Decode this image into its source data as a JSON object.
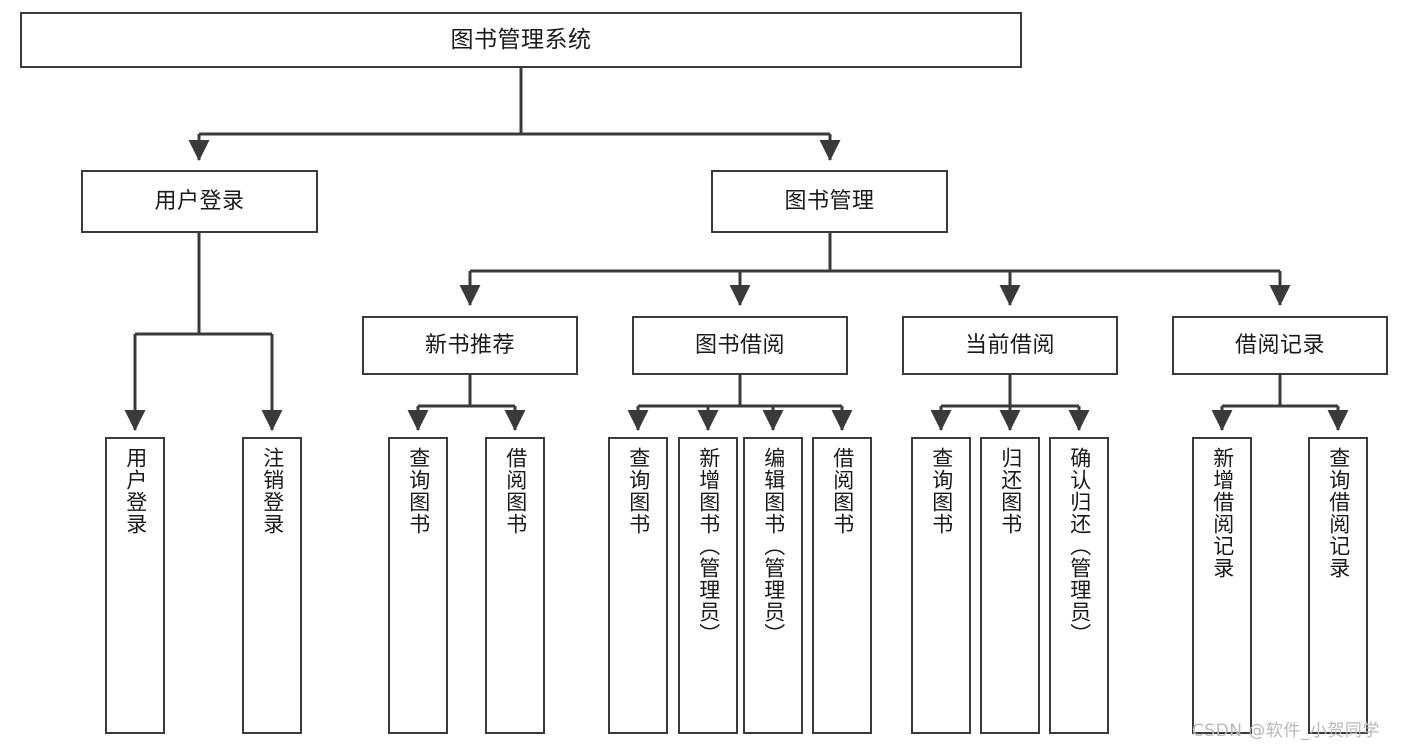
{
  "diagram": {
    "title": "图书管理系统",
    "type": "tree-structure-chart",
    "nodes": {
      "root": {
        "label": "图书管理系统"
      },
      "user_login": {
        "label": "用户登录"
      },
      "book_manage": {
        "label": "图书管理"
      },
      "new_book_rec": {
        "label": "新书推荐"
      },
      "book_borrow": {
        "label": "图书借阅"
      },
      "current_borrow": {
        "label": "当前借阅"
      },
      "borrow_record": {
        "label": "借阅记录"
      },
      "leaf_user_login": {
        "label": "用户登录"
      },
      "leaf_logout": {
        "label": "注销登录"
      },
      "leaf_query_book_1": {
        "label": "查询图书"
      },
      "leaf_borrow_book_1": {
        "label": "借阅图书"
      },
      "leaf_query_book_2": {
        "label": "查询图书"
      },
      "leaf_add_book": {
        "label": "新增图书（管理员）"
      },
      "leaf_edit_book": {
        "label": "编辑图书（管理员）"
      },
      "leaf_borrow_book_2": {
        "label": "借阅图书"
      },
      "leaf_query_book_3": {
        "label": "查询图书"
      },
      "leaf_return_book": {
        "label": "归还图书"
      },
      "leaf_confirm_return": {
        "label": "确认归还（管理员）"
      },
      "leaf_add_record": {
        "label": "新增借阅记录"
      },
      "leaf_query_record": {
        "label": "查询借阅记录"
      }
    },
    "watermark": "CSDN @软件_小贺同学",
    "colors": {
      "stroke": "#3a3a3a",
      "fill": "#ffffff",
      "text": "#1a1a1a",
      "watermark": "#b9b9b9"
    }
  }
}
